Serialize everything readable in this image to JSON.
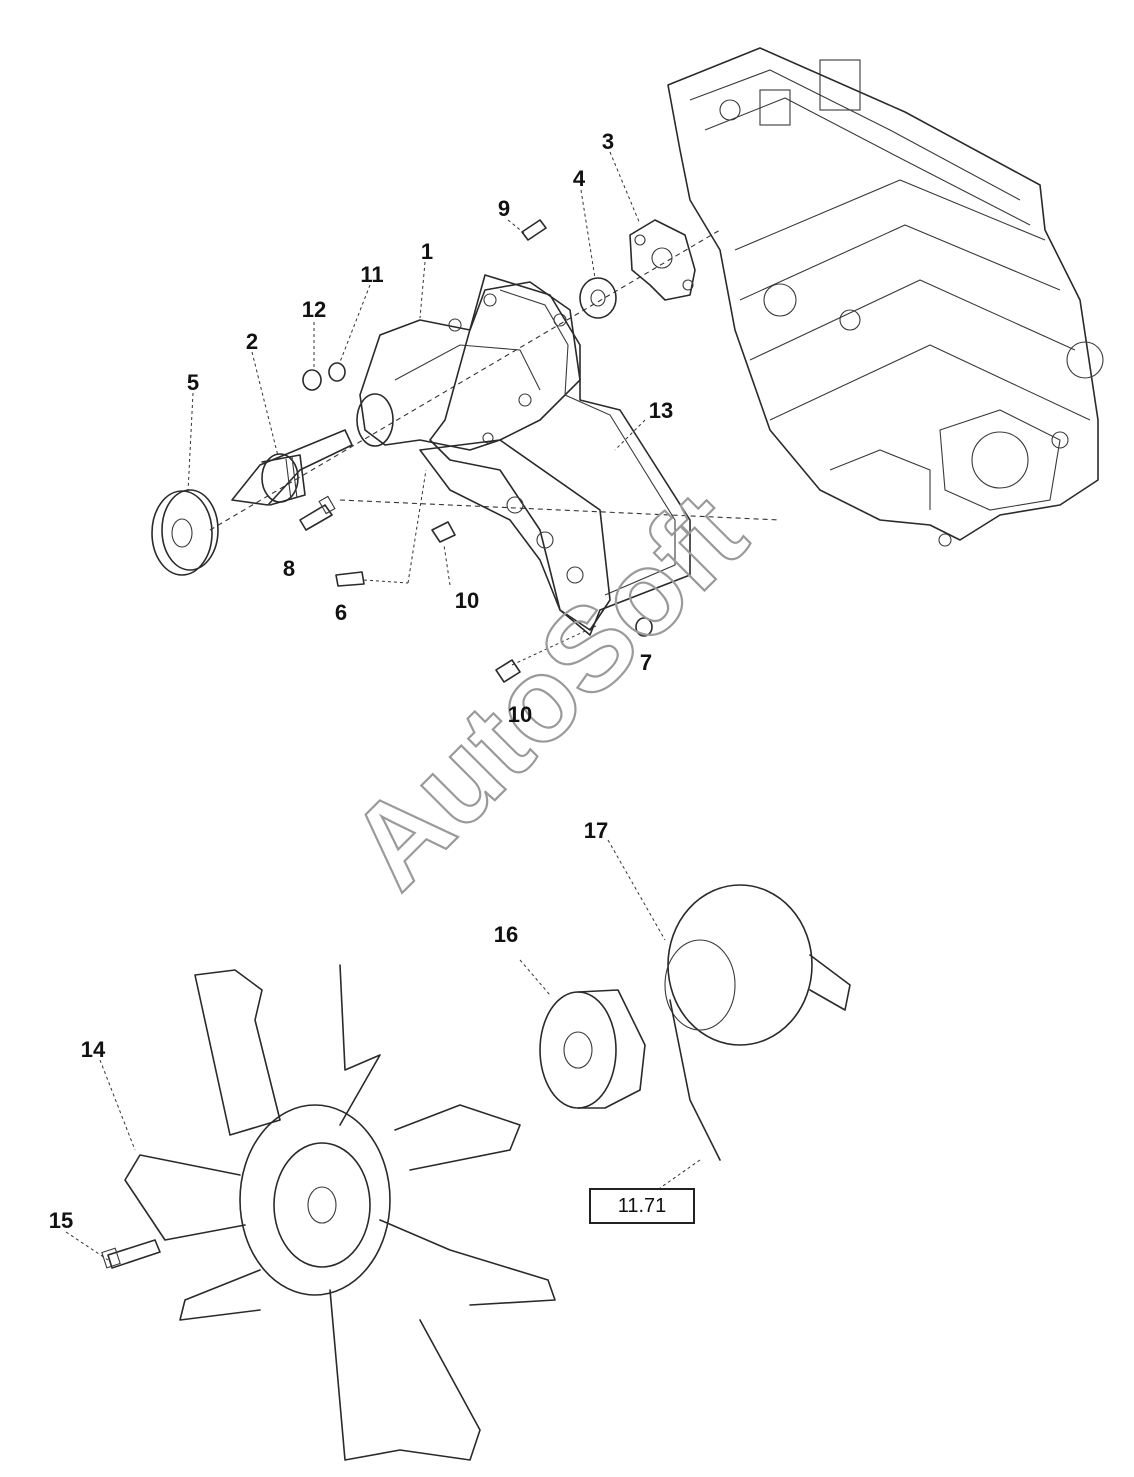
{
  "diagram": {
    "callouts": [
      {
        "id": "c1",
        "label": "1"
      },
      {
        "id": "c2",
        "label": "2"
      },
      {
        "id": "c3",
        "label": "3"
      },
      {
        "id": "c4",
        "label": "4"
      },
      {
        "id": "c5",
        "label": "5"
      },
      {
        "id": "c6",
        "label": "6"
      },
      {
        "id": "c7",
        "label": "7"
      },
      {
        "id": "c8",
        "label": "8"
      },
      {
        "id": "c9",
        "label": "9"
      },
      {
        "id": "c10a",
        "label": "10"
      },
      {
        "id": "c10b",
        "label": "10"
      },
      {
        "id": "c11",
        "label": "11"
      },
      {
        "id": "c12",
        "label": "12"
      },
      {
        "id": "c13",
        "label": "13"
      },
      {
        "id": "c14",
        "label": "14"
      },
      {
        "id": "c15",
        "label": "15"
      },
      {
        "id": "c16",
        "label": "16"
      },
      {
        "id": "c17",
        "label": "17"
      }
    ],
    "reference_box": "11.71",
    "watermark": "AutoSoft"
  }
}
